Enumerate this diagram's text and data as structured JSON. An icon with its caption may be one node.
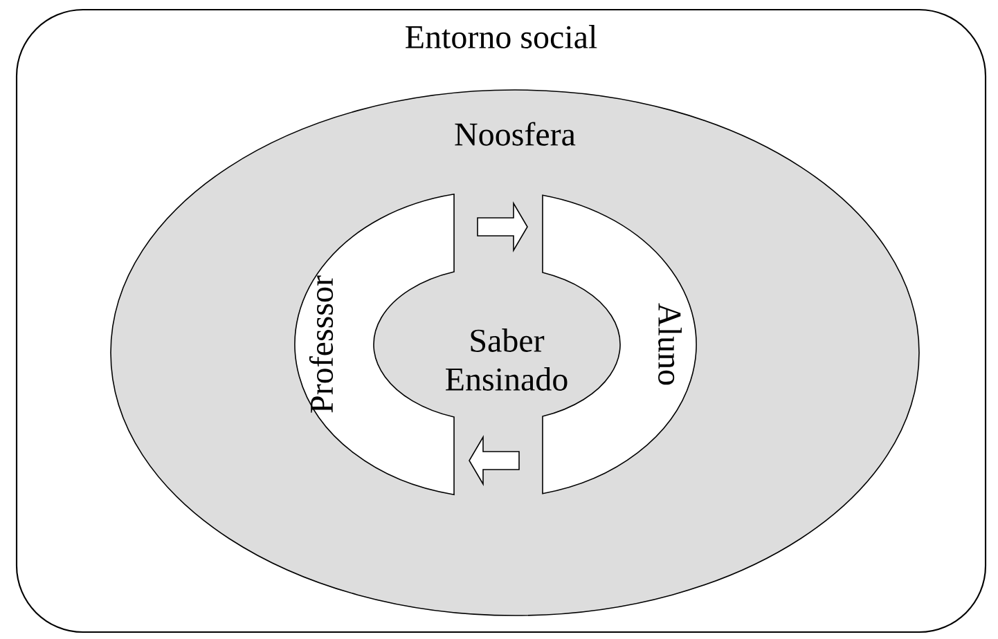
{
  "diagram": {
    "nodes": [
      {
        "text": [
          "Entorno social"
        ]
      },
      {
        "text": [
          "Noosfera"
        ],
        "in": 0
      },
      {
        "text": [
          "Professsor"
        ],
        "in": 1
      },
      {
        "text": [
          "Saber Ensinado"
        ],
        "in": 1
      },
      {
        "text": [
          "Aluno"
        ],
        "in": 1
      }
    ],
    "edges": [
      {
        "from": 2,
        "to": 4,
        "arrow": "to"
      },
      {
        "from": 4,
        "to": 2,
        "arrow": "to"
      }
    ]
  }
}
